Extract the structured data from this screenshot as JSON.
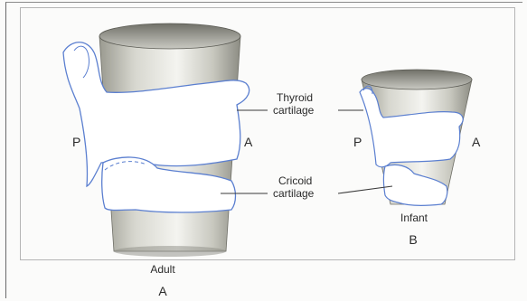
{
  "adult": {
    "posterior": "P",
    "anterior": "A",
    "caption": "Adult",
    "panel": "A"
  },
  "infant": {
    "posterior": "P",
    "anterior": "A",
    "caption": "Infant",
    "panel": "B"
  },
  "labels": {
    "thyroid": [
      "Thyroid",
      "cartilage"
    ],
    "cricoid": [
      "Cricoid",
      "cartilage"
    ]
  },
  "colors": {
    "outline": "#5b7fd0",
    "tube_dark": "#8f8f86",
    "tube_light": "#f2f2ee"
  }
}
